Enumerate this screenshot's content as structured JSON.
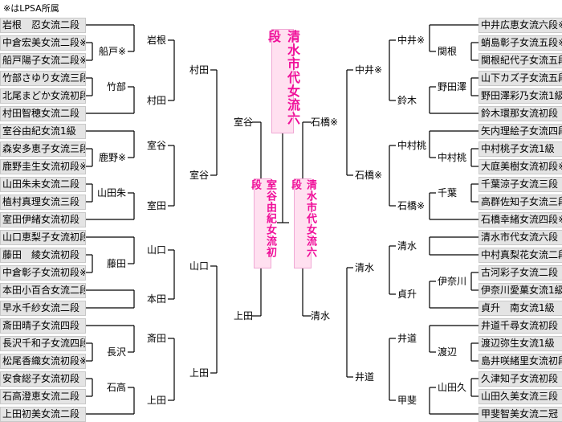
{
  "note": "※はLPSA所属",
  "champion": "清水市代女流六段",
  "finalists": {
    "left": "室谷由紀女流初段",
    "right": "清水市代女流六段"
  },
  "left": {
    "players": [
      "岩根　忍女流二段",
      "中倉宏美女流二段※",
      "船戸陽子女流二段※",
      "竹部さゆり女流三段",
      "北尾まどか女流初段",
      "村田智穂女流二段",
      "室谷由紀女流1級",
      "森安多恵子女流三段",
      "鹿野圭生女流初段※",
      "山田朱未女流二段",
      "植村真理女流三段",
      "室田伊緒女流初段",
      "山口恵梨子女流初段",
      "藤田　綾女流初段",
      "中倉彰子女流初段※",
      "本田小百合女流二段",
      "早水千紗女流二段",
      "斎田晴子女流四段",
      "長沢千和子女流四段",
      "松尾香織女流初段※",
      "安食総子女流初段",
      "石高澄恵女流二段",
      "上田初美女流二段"
    ],
    "round1": [
      "船戸※",
      "竹部",
      "鹿野※",
      "山田朱",
      "藤田",
      "長沢",
      "石高"
    ],
    "round2": [
      "岩根",
      "村田",
      "室谷",
      "室田",
      "山口",
      "本田",
      "斎田",
      "上田"
    ],
    "round3": [
      "村田",
      "室谷",
      "山口",
      "上田"
    ],
    "round4": [
      "室谷",
      "上田"
    ]
  },
  "right": {
    "players": [
      "中井広恵女流六段※",
      "蛸島彰子女流五段※",
      "関根紀代子女流五段",
      "山下カズ子女流五段※",
      "野田澤彩乃女流1級",
      "鈴木環那女流初段",
      "矢内理絵子女流四段",
      "中村桃子女流1級",
      "大庭美樹女流初段※",
      "千葉涼子女流三段",
      "高群佐知子女流三段",
      "石橋幸緒女流四段※",
      "清水市代女流六段",
      "中村真梨花女流二段",
      "古河彩子女流二段",
      "伊奈川愛菓女流1級",
      "貞升　南女流1級",
      "井道千尋女流初段",
      "渡辺弥生女流1級",
      "島井咲緒里女流初段※",
      "久津知子女流初段",
      "山田久美女流三段",
      "甲斐智美女流二冠"
    ],
    "round1": [
      "関根",
      "野田澤",
      "中村桃",
      "千葉",
      "伊奈川",
      "渡辺",
      "山田久"
    ],
    "round2": [
      "中井※",
      "鈴木",
      "中村桃",
      "石橋※",
      "清水",
      "貞升",
      "井道",
      "甲斐"
    ],
    "round3": [
      "中井※",
      "石橋※",
      "清水",
      "井道"
    ],
    "round4": [
      "石橋※",
      "清水"
    ]
  },
  "colors": {
    "champion_text": "#f0109a",
    "champion_bg": "#ffe0f0",
    "player_box": "#e4e4e4"
  }
}
